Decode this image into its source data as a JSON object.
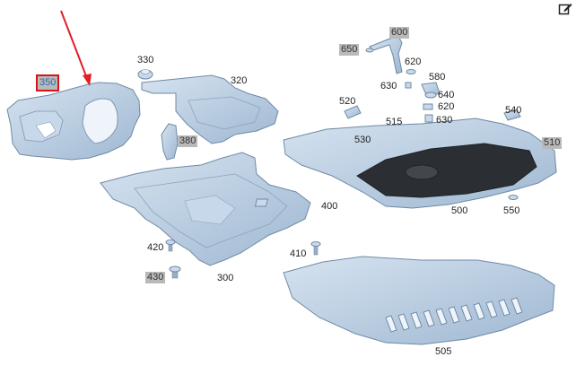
{
  "diagram": {
    "colors": {
      "part_fill": "#b7cde2",
      "part_fill_light": "#d3e1ef",
      "part_stroke": "#6f8aa6",
      "pan_dark": "#2b2f33",
      "arrow": "#e31e24",
      "highlight_box": "#d8141b",
      "grey_label_bg": "#b9b9b9"
    },
    "labels": {
      "p350": "350",
      "p330": "330",
      "p320": "320",
      "p380": "380",
      "p300": "300",
      "p400": "400",
      "p410": "410",
      "p420": "420",
      "p430": "430",
      "p600": "600",
      "p650": "650",
      "p620a": "620",
      "p630a": "630",
      "p580": "580",
      "p640": "640",
      "p620b": "620",
      "p630b": "630",
      "p520": "520",
      "p515": "515",
      "p530": "530",
      "p540": "540",
      "p510": "510",
      "p500": "500",
      "p550": "550",
      "p505": "505"
    }
  },
  "toolbar": {
    "edit_icon": "edit-icon"
  }
}
